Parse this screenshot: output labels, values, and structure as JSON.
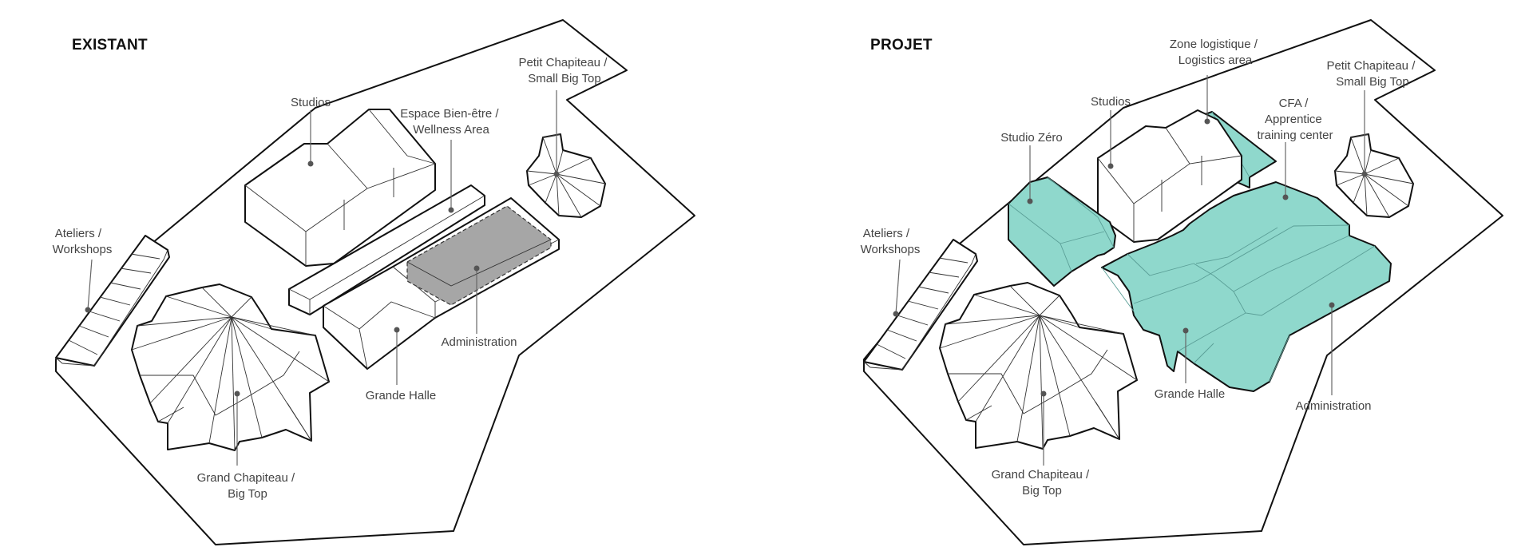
{
  "colors": {
    "highlight": "#8fd8cc",
    "highlight_dark": "#6fc4b7",
    "existing_grey": "#a6a6a6",
    "ink": "#111111",
    "label": "#444444"
  },
  "existant": {
    "title": "EXISTANT",
    "labels": {
      "studios": [
        "Studios"
      ],
      "wellness": [
        "Espace Bien-être /",
        "Wellness Area"
      ],
      "small_top": [
        "Petit Chapiteau /",
        "Small Big Top"
      ],
      "ateliers": [
        "Ateliers /",
        "Workshops"
      ],
      "admin": [
        "Administration"
      ],
      "halle": [
        "Grande Halle"
      ],
      "big_top": [
        "Grand Chapiteau /",
        "Big Top"
      ]
    }
  },
  "projet": {
    "title": "PROJET",
    "labels": {
      "logistics": [
        "Zone logistique /",
        "Logistics area"
      ],
      "studios": [
        "Studios"
      ],
      "small_top": [
        "Petit Chapiteau /",
        "Small Big Top"
      ],
      "studio_zero": [
        "Studio Zéro"
      ],
      "cfa": [
        "CFA /",
        "Apprentice",
        "training center"
      ],
      "ateliers": [
        "Ateliers /",
        "Workshops"
      ],
      "halle": [
        "Grande Halle"
      ],
      "admin": [
        "Administration"
      ],
      "big_top": [
        "Grand Chapiteau /",
        "Big Top"
      ]
    }
  }
}
